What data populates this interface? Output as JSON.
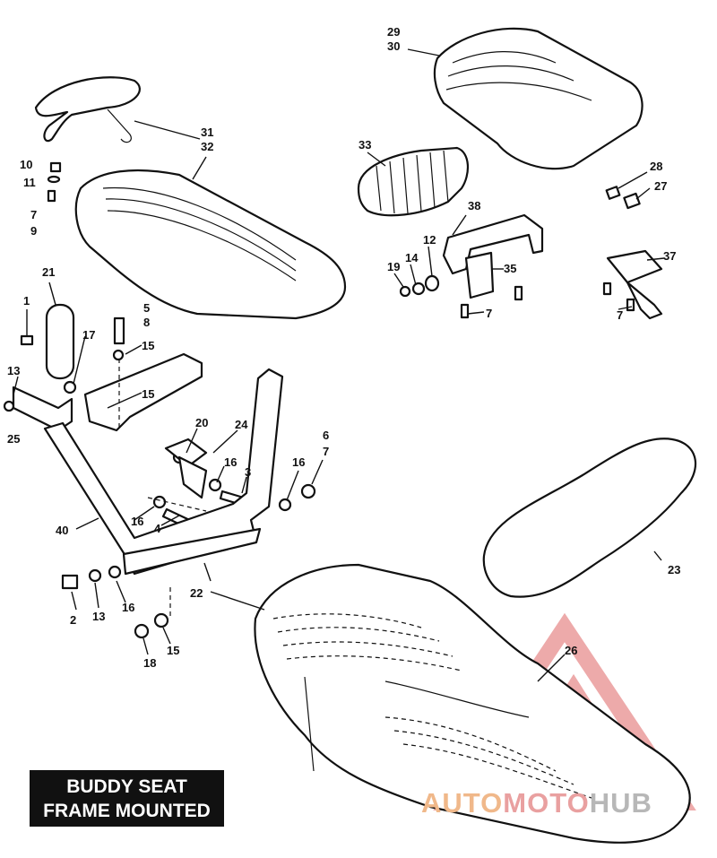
{
  "caption": {
    "line1": "BUDDY SEAT",
    "line2": "FRAME MOUNTED"
  },
  "watermark": {
    "part1": "AUTO",
    "part2": "MOTO",
    "part3": "HUB",
    "color_triangle": "#e06666",
    "color_auto": "#f0b88a",
    "color_hub": "#b7b7b7"
  },
  "callouts": [
    "29",
    "30",
    "31",
    "32",
    "33",
    "10",
    "11",
    "7",
    "9",
    "28",
    "27",
    "38",
    "12",
    "14",
    "19",
    "35",
    "37",
    "21",
    "1",
    "5",
    "8",
    "17",
    "15",
    "13",
    "25",
    "20",
    "24",
    "16",
    "3",
    "6",
    "40",
    "4",
    "2",
    "18",
    "22",
    "23",
    "26"
  ]
}
